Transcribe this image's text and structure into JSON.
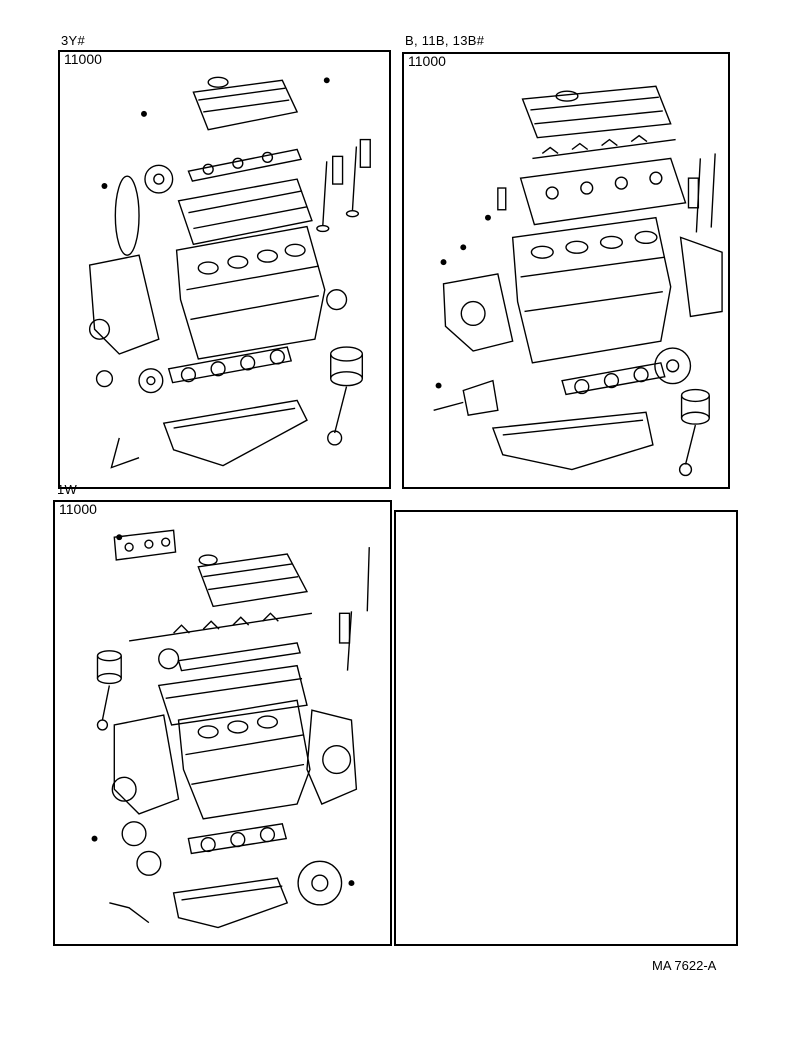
{
  "panels": [
    {
      "heading": "3Y#",
      "code": "11000"
    },
    {
      "heading": "B, 11B, 13B#",
      "code": "11000"
    },
    {
      "heading": "1W",
      "code": "11000"
    },
    {
      "heading": "",
      "code": ""
    }
  ],
  "footer": {
    "ref": "MA 7622-A"
  }
}
